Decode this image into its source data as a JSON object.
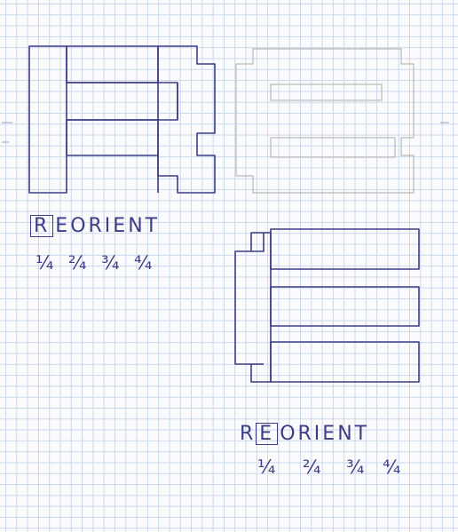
{
  "label_top": {
    "boxed": "R",
    "rest": "EORIENT"
  },
  "fractions_top": [
    "¼",
    "²⁄₄",
    "³⁄₄",
    "⁴⁄₄"
  ],
  "label_bottom": {
    "before": "R",
    "boxed": "E",
    "rest": "ORIENT"
  },
  "fractions_bottom": [
    "¼",
    "²⁄₄",
    "³⁄₄",
    "⁴⁄₄"
  ],
  "colors": {
    "ink": "#3d3c86",
    "pencil": "#b8b8b8",
    "grid": "#c9d8ea"
  }
}
